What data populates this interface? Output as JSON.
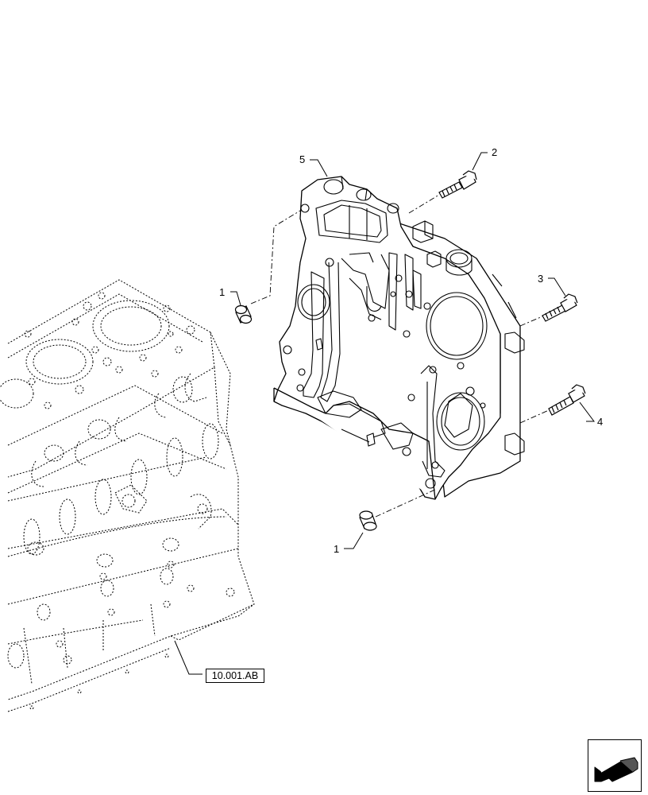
{
  "callouts": [
    {
      "id": "callout-1-upper",
      "label": "1"
    },
    {
      "id": "callout-1-lower",
      "label": "1"
    },
    {
      "id": "callout-2",
      "label": "2"
    },
    {
      "id": "callout-3",
      "label": "3"
    },
    {
      "id": "callout-4",
      "label": "4"
    },
    {
      "id": "callout-5",
      "label": "5"
    }
  ],
  "reference": {
    "label": "10.001.AB"
  },
  "nav": {
    "icon": "previous-page-arrow-icon"
  }
}
